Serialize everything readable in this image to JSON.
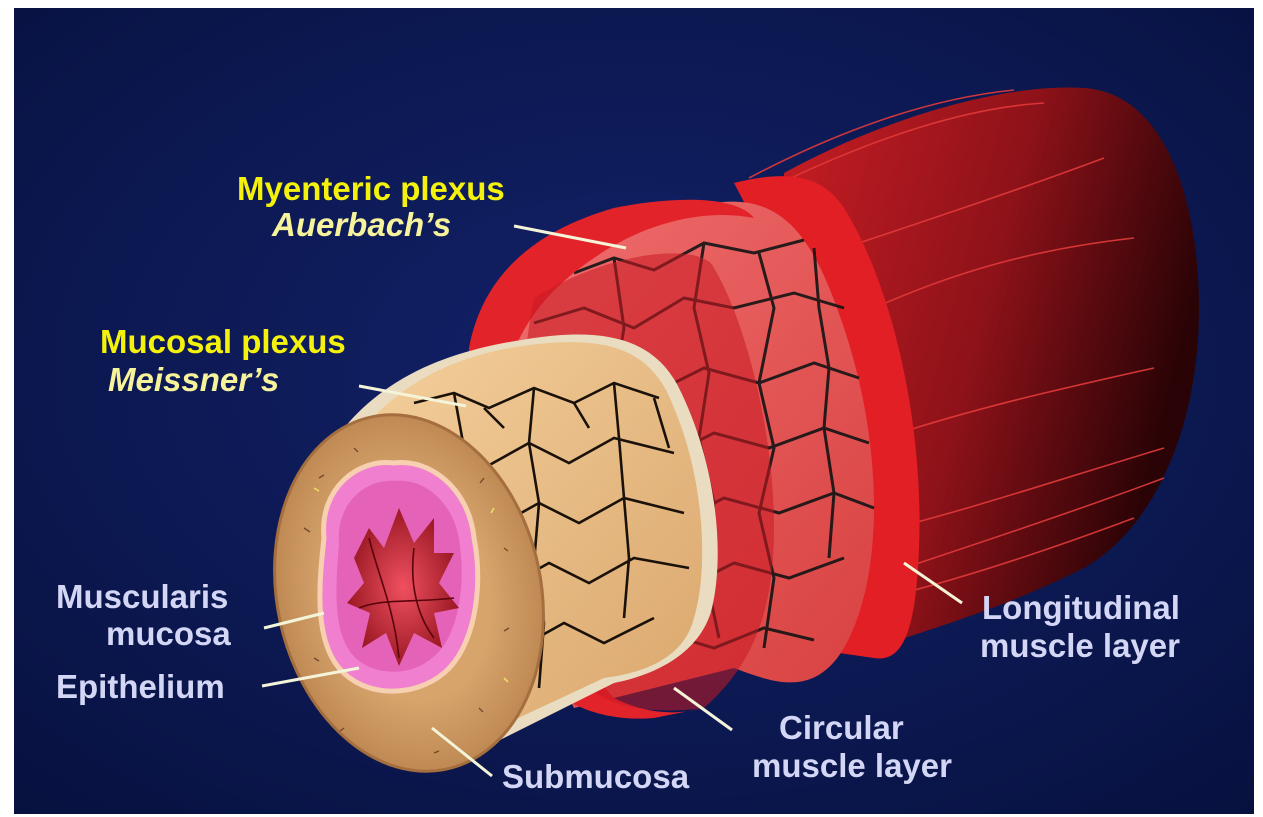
{
  "labels": {
    "myenteric_plexus": "Myenteric plexus",
    "auerbachs": "Auerbach’s",
    "mucosal_plexus": "Mucosal plexus",
    "meissners": "Meissner’s",
    "muscularis_mucosa_line1": "Muscularis",
    "muscularis_mucosa_line2": "mucosa",
    "epithelium": "Epithelium",
    "submucosa": "Submucosa",
    "circular_muscle_line1": "Circular",
    "circular_muscle_line2": "muscle layer",
    "longitudinal_muscle_line1": "Longitudinal",
    "longitudinal_muscle_line2": "muscle layer"
  },
  "colors": {
    "background": "#0a1650",
    "title_labels": "#f4f20c",
    "eponym_labels": "#f7f39a",
    "layer_labels": "#d3d6f4",
    "muscle": "#e02828",
    "submucosa": "#d9a56c",
    "mucosa": "#f07fcf"
  }
}
